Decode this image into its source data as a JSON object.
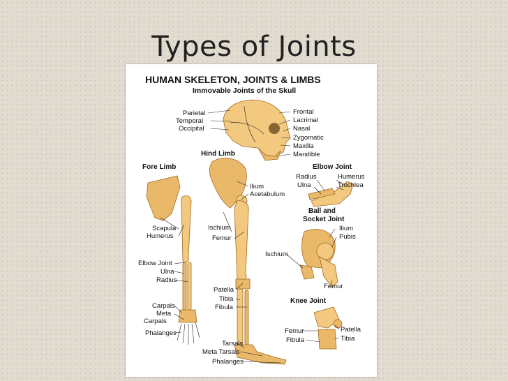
{
  "slide": {
    "title": "Types of Joints"
  },
  "poster": {
    "title": "HUMAN SKELETON,  JOINTS & LIMBS",
    "subtitle": "Immovable Joints of the Skull",
    "sections": {
      "hind_limb": "Hind Limb",
      "fore_limb": "Fore Limb",
      "elbow_joint": "Elbow Joint",
      "ball_socket_1": "Ball and",
      "ball_socket_2": "Socket Joint",
      "knee_joint": "Knee Joint"
    },
    "skull_labels": {
      "parietal": "Parietal",
      "temporal": "Temporal",
      "occipital": "Occipital",
      "frontal": "Frontal",
      "lacrimal": "Lacrimal",
      "nasal": "Nasal",
      "zygomatic": "Zygomatic",
      "maxilla": "Maxilla",
      "mandible": "Mandible"
    },
    "hind_labels": {
      "ilium": "Ilium",
      "acetabulum": "Acetabulum",
      "ischium": "Ischium",
      "femur": "Femur",
      "patella": "Patella",
      "tibia": "Tibia",
      "fibula": "Fibula",
      "tarsals": "Tarsals",
      "meta_tarsals": "Meta Tarsals",
      "phalanges": "Phalanges"
    },
    "fore_labels": {
      "scapula": "Scapula",
      "humerus": "Humerus",
      "elbow_joint": "Elbow Joint",
      "ulna": "Ulna",
      "radius": "Radius",
      "carpals": "Carpals",
      "meta": "Meta",
      "carpals2": "Carpals",
      "phalanges": "Phalanges"
    },
    "elbow_labels": {
      "radius": "Radius",
      "ulna": "Ulna",
      "humerus": "Humerus",
      "trochlea": "Trochlea"
    },
    "ball_labels": {
      "ilium": "Ilium",
      "pubis": "Pubis",
      "ischium": "Ischium",
      "femur": "Femur"
    },
    "knee_labels": {
      "femur": "Femur",
      "fibula": "Fibula",
      "patella": "Patella",
      "tibia": "Tibia"
    }
  },
  "colors": {
    "bone": "#e9b868",
    "bone_outline": "#a06a24",
    "background": "#e2dcd0"
  }
}
